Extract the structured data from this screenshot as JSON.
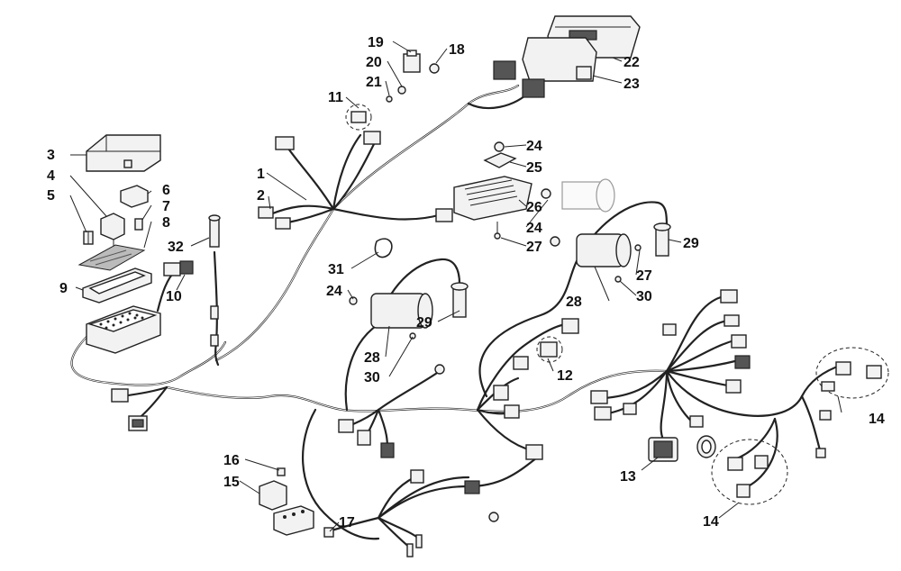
{
  "callouts": {
    "c1": "1",
    "c2": "2",
    "c3": "3",
    "c4": "4",
    "c5": "5",
    "c6": "6",
    "c7": "7",
    "c8": "8",
    "c9": "9",
    "c10": "10",
    "c11": "11",
    "c12": "12",
    "c13": "13",
    "c14a": "14",
    "c14b": "14",
    "c15": "15",
    "c16": "16",
    "c17": "17",
    "c18": "18",
    "c19": "19",
    "c20": "20",
    "c21": "21",
    "c22": "22",
    "c23": "23",
    "c24a": "24",
    "c24b": "24",
    "c24c": "24",
    "c25": "25",
    "c26": "26",
    "c27a": "27",
    "c27b": "27",
    "c28a": "28",
    "c28b": "28",
    "c29a": "29",
    "c29b": "29",
    "c30a": "30",
    "c30b": "30",
    "c31": "31",
    "c32": "32"
  }
}
